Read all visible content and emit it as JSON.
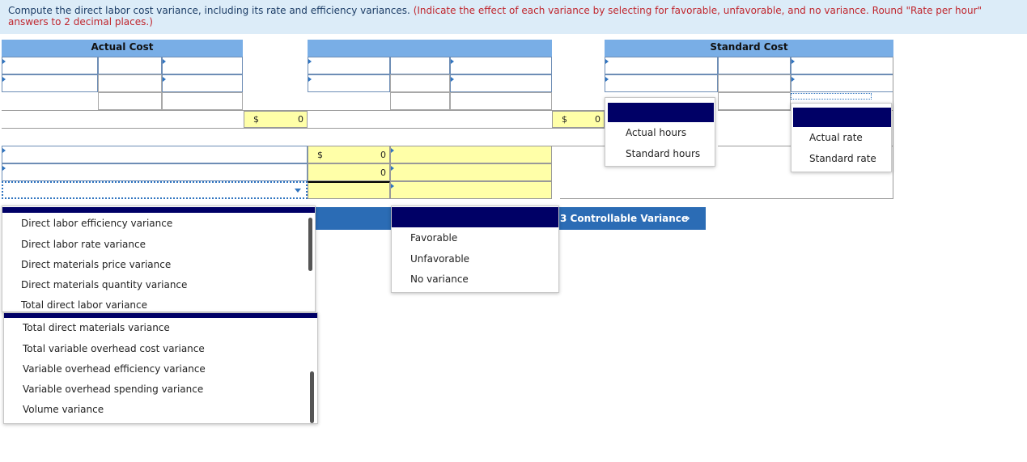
{
  "instructions": {
    "main": "Compute the direct labor cost variance, including its rate and efficiency variances.",
    "hint": "(Indicate the effect of each variance by selecting for favorable, unfavorable, and no variance. Round \"Rate per hour\" answers to 2 decimal places.)"
  },
  "table": {
    "actual_cost_header": "Actual Cost",
    "standard_cost_header": "Standard Cost",
    "actual_total": {
      "currency": "$",
      "value": "0"
    },
    "standard_total": {
      "currency": "$",
      "value": "0"
    },
    "variance_rows": [
      {
        "currency": "$",
        "value": "0"
      },
      {
        "currency": "",
        "value": "0"
      }
    ]
  },
  "hours_dropdown": {
    "options": [
      "Actual hours",
      "Standard hours"
    ]
  },
  "rate_dropdown": {
    "options": [
      "Actual rate",
      "Standard rate"
    ]
  },
  "effect_dropdown": {
    "options": [
      "Favorable",
      "Unfavorable",
      "No variance"
    ]
  },
  "variance_type_dropdown": {
    "options_top": [
      "Direct labor efficiency variance",
      "Direct labor rate variance",
      "Direct materials price variance",
      "Direct materials quantity variance",
      "Total direct labor variance"
    ],
    "options_bottom": [
      "Total direct materials variance",
      "Total variable overhead cost variance",
      "Variable overhead efficiency variance",
      "Variable overhead spending variance",
      "Volume variance"
    ]
  },
  "navigation": {
    "next_label": "3 Controllable Variance",
    "next_icon": "chevron-right-icon"
  }
}
